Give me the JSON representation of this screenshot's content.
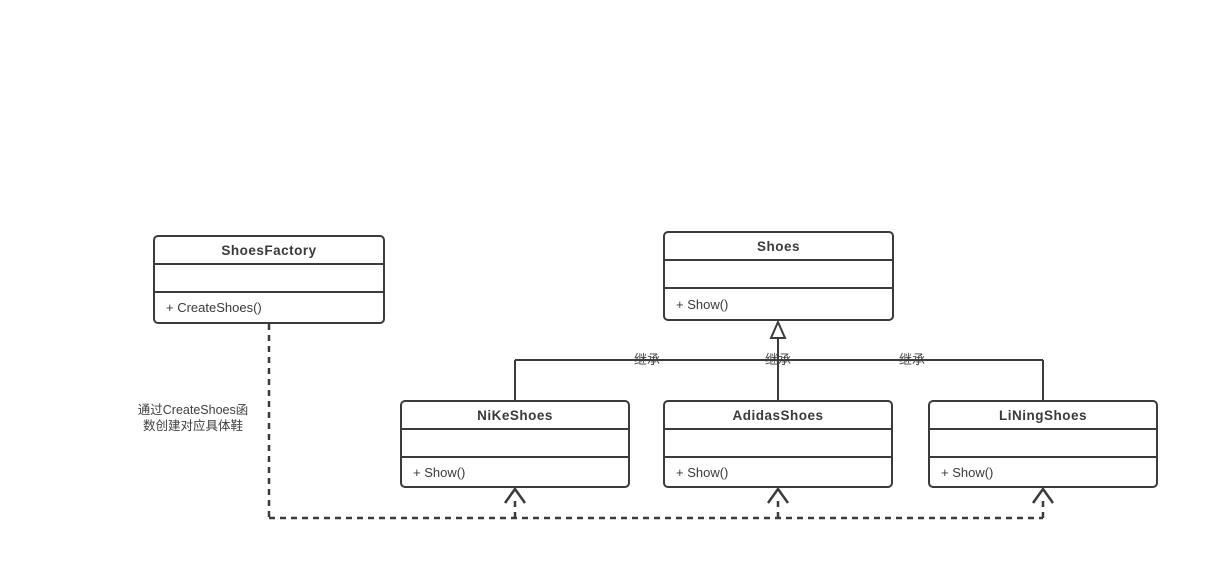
{
  "diagram": {
    "title_semantic": "factory-pattern-uml-class-diagram",
    "classes": [
      {
        "name": "ShoesFactory",
        "attributes": "",
        "methods": "+ CreateShoes()"
      },
      {
        "name": "Shoes",
        "attributes": "",
        "methods": "+ Show()"
      },
      {
        "name": "NiKeShoes",
        "attributes": "",
        "methods": "+ Show()"
      },
      {
        "name": "AdidasShoes",
        "attributes": "",
        "methods": "+ Show()"
      },
      {
        "name": "LiNingShoes",
        "attributes": "",
        "methods": "+ Show()"
      }
    ],
    "edge_labels": {
      "inherit_left": "继承",
      "inherit_center": "继承",
      "inherit_right": "继承"
    },
    "annotation": {
      "line1": "通过CreateShoes函",
      "line2": "数创建对应具体鞋"
    },
    "colors": {
      "line": "#3b3b3b",
      "text": "#3a3a3a",
      "background": "#ffffff"
    }
  }
}
